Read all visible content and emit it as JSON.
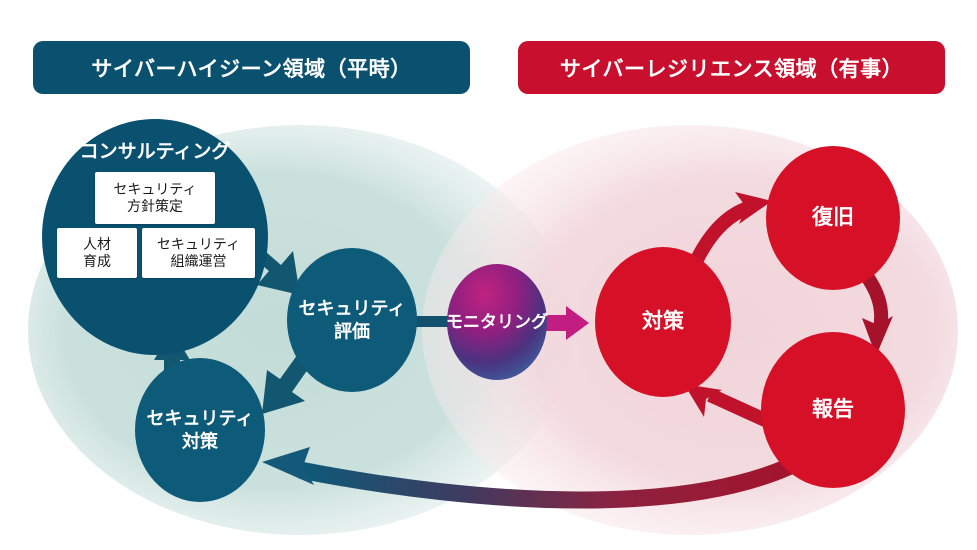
{
  "banners": {
    "left": {
      "label": "サイバーハイジーン領域（平時）",
      "color": "#0a5170"
    },
    "right": {
      "label": "サイバーレジリエンス領域（有事）",
      "color": "#c8102e"
    }
  },
  "backgrounds": {
    "left_ellipse_color": "#c5ddd9",
    "right_ellipse_color": "#f0d5da"
  },
  "colors": {
    "teal_dark": "#0a5170",
    "teal_node": "#0d5a79",
    "red": "#d61026",
    "red_dark": "#a5122a",
    "magenta": "#b5177d",
    "purple": "#3d3a86"
  },
  "consulting": {
    "title": "コンサルティング",
    "sub_items": [
      {
        "label": "セキュリティ\n方針策定"
      },
      {
        "label": "人材\n育成"
      },
      {
        "label": "セキュリティ\n組織運営"
      }
    ]
  },
  "nodes": [
    {
      "id": "security-assessment",
      "label": "セキュリティ\n評価",
      "color": "#0d5a79",
      "font_size": 18
    },
    {
      "id": "monitoring",
      "label": "モニタリング",
      "color": "gradient-purple",
      "font_size": 17
    },
    {
      "id": "security-measures",
      "label": "セキュリティ\n対策",
      "color": "#0d5a79",
      "font_size": 18
    },
    {
      "id": "countermeasure",
      "label": "対策",
      "color": "#d61026",
      "font_size": 21
    },
    {
      "id": "recovery",
      "label": "復旧",
      "color": "#d61026",
      "font_size": 21
    },
    {
      "id": "report",
      "label": "報告",
      "color": "#d61026",
      "font_size": 21
    }
  ],
  "arrows": [
    {
      "id": "consulting-to-assessment",
      "style": "block",
      "color": "#0d5a79"
    },
    {
      "id": "assessment-to-measures",
      "style": "block",
      "color": "#0d5a79"
    },
    {
      "id": "measures-to-consulting",
      "style": "block",
      "color": "#0d5a79"
    },
    {
      "id": "monitoring-to-countermeasure",
      "style": "block",
      "color": "#b5177d"
    },
    {
      "id": "countermeasure-to-recovery",
      "style": "curved",
      "color": "#c1122c"
    },
    {
      "id": "recovery-to-report",
      "style": "curved",
      "color": "#a5122a"
    },
    {
      "id": "report-to-countermeasure",
      "style": "curved",
      "color": "#c1122c"
    },
    {
      "id": "report-to-measures",
      "style": "curved-gradient",
      "color": "#0d5a79"
    }
  ]
}
